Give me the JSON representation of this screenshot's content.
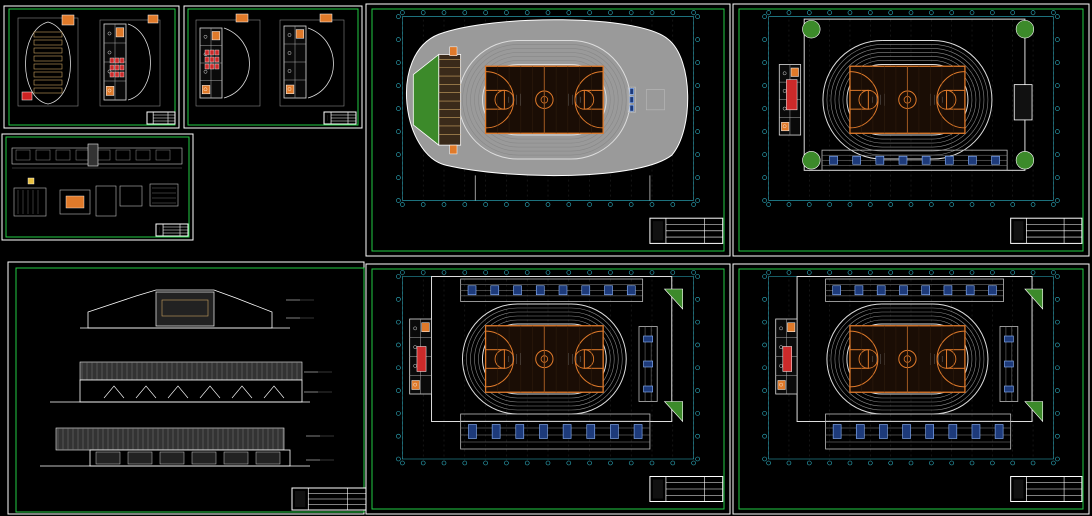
{
  "colors": {
    "background": "#000000",
    "sheet_frame": "#ffffff",
    "border": "#22cc44",
    "court_line": "#e07a2a",
    "grid_line": "#2fb5c8",
    "seat": "#8fb8ff",
    "green_fill": "#3c8a2a",
    "red_fill": "#cc2a2a",
    "yellow": "#e8c040",
    "roof": "#c8c8c8",
    "outer_ring": "#9a9a9a"
  },
  "icons": [
    "court-icon",
    "track-icon",
    "bleachers-icon",
    "title-block-icon"
  ],
  "sheets": [
    {
      "id": "small-plans-a",
      "type": "plans-set"
    },
    {
      "id": "small-plans-b",
      "type": "plans-set"
    },
    {
      "id": "details-sheet",
      "type": "details"
    },
    {
      "id": "plan-top-middle",
      "type": "plan-outer-ring"
    },
    {
      "id": "plan-top-right",
      "type": "plan-bleachers-bottom"
    },
    {
      "id": "elevations-sheet",
      "type": "elevations"
    },
    {
      "id": "plan-bottom-middle",
      "type": "plan-bleachers-wrap"
    },
    {
      "id": "plan-bottom-right",
      "type": "plan-bleachers-wrap"
    }
  ]
}
